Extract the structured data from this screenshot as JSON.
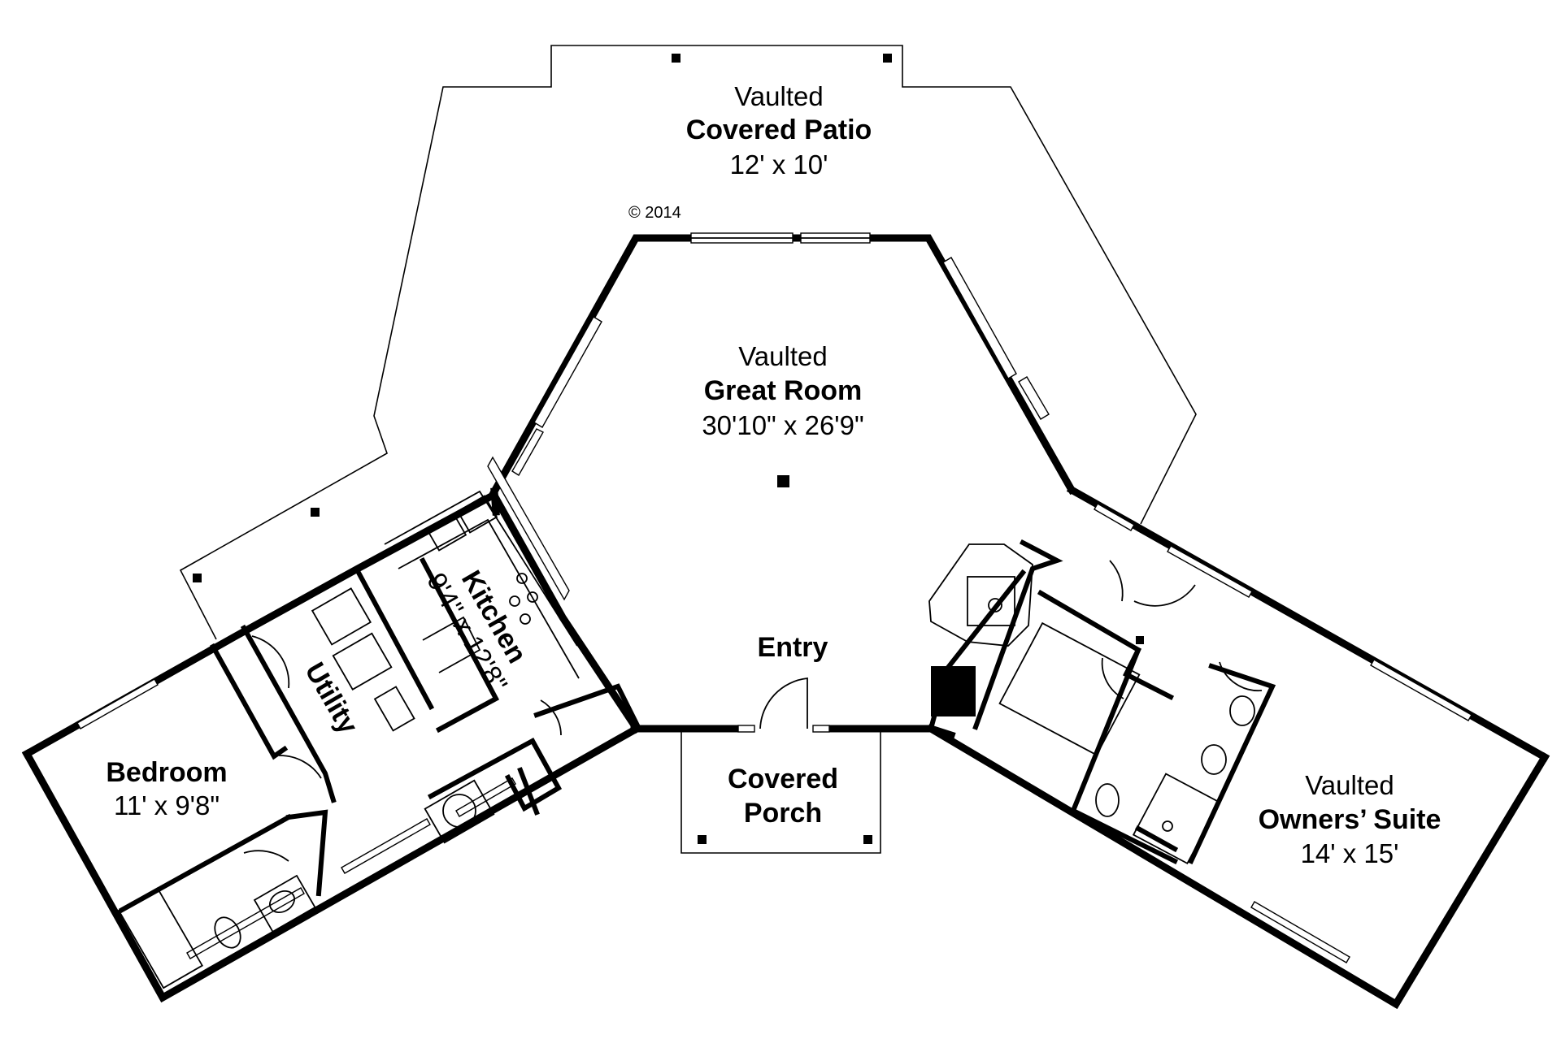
{
  "rooms": {
    "patio": {
      "qualifier": "Vaulted",
      "name": "Covered Patio",
      "size": "12' x 10'"
    },
    "great_room": {
      "qualifier": "Vaulted",
      "name": "Great Room",
      "size": "30'10\" x 26'9\""
    },
    "kitchen": {
      "name": "Kitchen",
      "size": "9'4\" x 12'8\""
    },
    "utility": {
      "name": "Utility"
    },
    "bedroom": {
      "name": "Bedroom",
      "size": "11' x 9'8\""
    },
    "entry": {
      "name": "Entry"
    },
    "porch": {
      "line1": "Covered",
      "line2": "Porch"
    },
    "owners_suite": {
      "qualifier": "Vaulted",
      "name": "Owners’ Suite",
      "size": "14' x 15'"
    }
  },
  "copyright": "© 2014"
}
